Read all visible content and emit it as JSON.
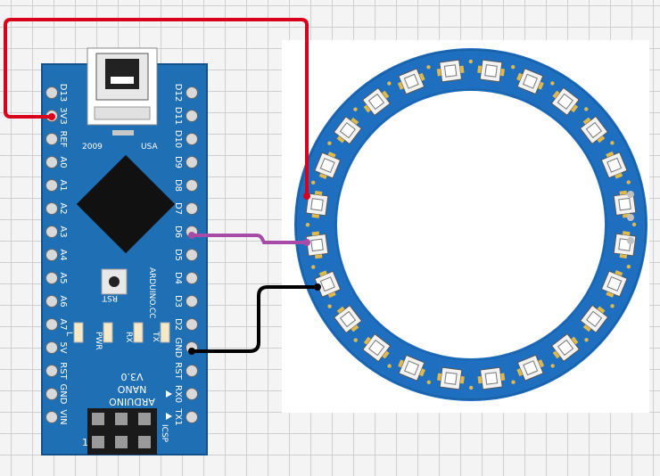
{
  "arduino": {
    "left_pins": [
      "D13",
      "3V3",
      "REF",
      "A0",
      "A1",
      "A2",
      "A3",
      "A4",
      "A5",
      "A6",
      "A7",
      "5V",
      "RST",
      "GND",
      "VIN"
    ],
    "right_pins": [
      "D12",
      "D11",
      "D10",
      "D9",
      "D8",
      "D7",
      "D6",
      "D5",
      "D4",
      "D3",
      "D2",
      "GND",
      "RST",
      "RX0",
      "TX1"
    ],
    "year": "2009",
    "country": "USA",
    "rst_button": "RST",
    "website": "ARDUINO.CC",
    "led_labels": [
      "L",
      "PWR",
      "RX",
      "TX"
    ],
    "name_line1": "ARDUINO",
    "name_line2": "NANO",
    "name_line3": "V3.0",
    "icsp": "ICSP",
    "icsp_pin1": "1"
  },
  "ring": {
    "led_count": 24
  },
  "wires": [
    {
      "name": "power-wire",
      "color": "#d9001b"
    },
    {
      "name": "data-wire",
      "color": "#a64ca6"
    },
    {
      "name": "ground-wire",
      "color": "#000000"
    }
  ],
  "colors": {
    "board": "#1f6fb5",
    "board_border": "#15508a",
    "ring": "#1f6fc0"
  }
}
